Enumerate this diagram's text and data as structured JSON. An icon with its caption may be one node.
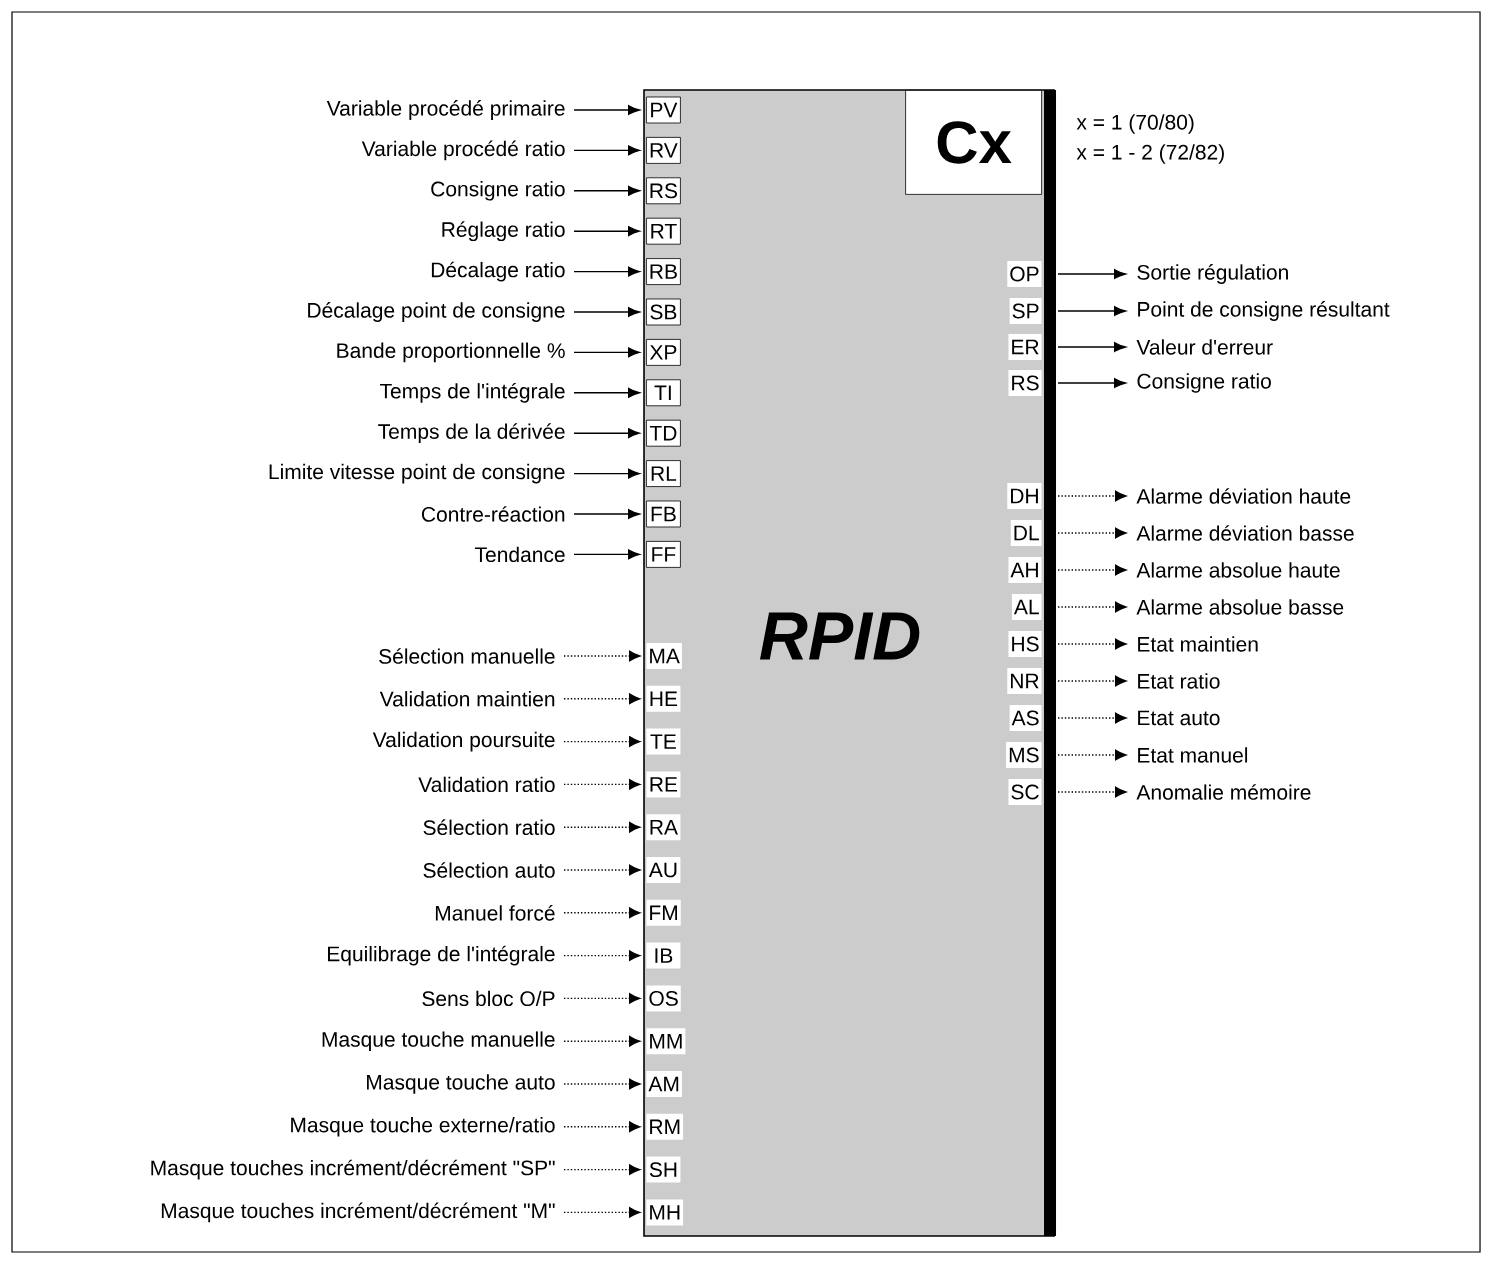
{
  "diagram": {
    "nodes": [
      {
        "text": [
          "RPID"
        ]
      },
      {
        "text": [
          "Cx"
        ],
        "in": 0,
        "beside": [
          "x = 1 (70/80)",
          "x = 1 - 2 (72/82)"
        ]
      },
      {
        "text": [
          "Variable procédé primaire"
        ]
      },
      {
        "text": [
          "PV"
        ],
        "in": 0
      },
      {
        "text": [
          "Variable procédé ratio"
        ]
      },
      {
        "text": [
          "RV"
        ],
        "in": 0
      },
      {
        "text": [
          "Consigne ratio"
        ]
      },
      {
        "text": [
          "RS"
        ],
        "in": 0
      },
      {
        "text": [
          "Réglage ratio"
        ]
      },
      {
        "text": [
          "RT"
        ],
        "in": 0
      },
      {
        "text": [
          "Décalage ratio"
        ]
      },
      {
        "text": [
          "RB"
        ],
        "in": 0
      },
      {
        "text": [
          "Décalage point de consigne"
        ]
      },
      {
        "text": [
          "SB"
        ],
        "in": 0
      },
      {
        "text": [
          "Bande proportionnelle %"
        ]
      },
      {
        "text": [
          "XP"
        ],
        "in": 0
      },
      {
        "text": [
          "Temps de l'intégrale"
        ]
      },
      {
        "text": [
          "TI"
        ],
        "in": 0
      },
      {
        "text": [
          "Temps de la dérivée"
        ]
      },
      {
        "text": [
          "TD"
        ],
        "in": 0
      },
      {
        "text": [
          "Limite vitesse point de consigne"
        ]
      },
      {
        "text": [
          "RL"
        ],
        "in": 0
      },
      {
        "text": [
          "Contre-réaction"
        ]
      },
      {
        "text": [
          "FB"
        ],
        "in": 0
      },
      {
        "text": [
          "Tendance"
        ]
      },
      {
        "text": [
          "FF"
        ],
        "in": 0
      },
      {
        "text": [
          "Sélection manuelle"
        ]
      },
      {
        "text": [
          "MA"
        ],
        "in": 0
      },
      {
        "text": [
          "Validation maintien"
        ]
      },
      {
        "text": [
          "HE"
        ],
        "in": 0
      },
      {
        "text": [
          "Validation poursuite"
        ]
      },
      {
        "text": [
          "TE"
        ],
        "in": 0
      },
      {
        "text": [
          "Validation ratio"
        ]
      },
      {
        "text": [
          "RE"
        ],
        "in": 0
      },
      {
        "text": [
          "Sélection ratio"
        ]
      },
      {
        "text": [
          "RA"
        ],
        "in": 0
      },
      {
        "text": [
          "Sélection auto"
        ]
      },
      {
        "text": [
          "AU"
        ],
        "in": 0
      },
      {
        "text": [
          "Manuel forcé"
        ]
      },
      {
        "text": [
          "FM"
        ],
        "in": 0
      },
      {
        "text": [
          "Equilibrage de l'intégrale"
        ]
      },
      {
        "text": [
          "IB"
        ],
        "in": 0
      },
      {
        "text": [
          "Sens bloc O/P"
        ]
      },
      {
        "text": [
          "OS"
        ],
        "in": 0
      },
      {
        "text": [
          "Masque touche manuelle"
        ]
      },
      {
        "text": [
          "MM"
        ],
        "in": 0
      },
      {
        "text": [
          "Masque touche auto"
        ]
      },
      {
        "text": [
          "AM"
        ],
        "in": 0
      },
      {
        "text": [
          "Masque touche externe/ratio"
        ]
      },
      {
        "text": [
          "RM"
        ],
        "in": 0
      },
      {
        "text": [
          "Masque touches incrément/décrément  \"SP\""
        ]
      },
      {
        "text": [
          "SH"
        ],
        "in": 0
      },
      {
        "text": [
          "Masque touches incrément/décrément \"M\""
        ]
      },
      {
        "text": [
          "MH"
        ],
        "in": 0
      },
      {
        "text": [
          "OP"
        ],
        "in": 0
      },
      {
        "text": [
          "Sortie régulation"
        ]
      },
      {
        "text": [
          "SP"
        ],
        "in": 0
      },
      {
        "text": [
          "Point de consigne résultant"
        ]
      },
      {
        "text": [
          "ER"
        ],
        "in": 0
      },
      {
        "text": [
          "Valeur d'erreur"
        ]
      },
      {
        "text": [
          "RS"
        ],
        "in": 0
      },
      {
        "text": [
          "Consigne ratio"
        ]
      },
      {
        "text": [
          "DH"
        ],
        "in": 0
      },
      {
        "text": [
          "Alarme déviation haute"
        ]
      },
      {
        "text": [
          "DL"
        ],
        "in": 0
      },
      {
        "text": [
          "Alarme déviation basse"
        ]
      },
      {
        "text": [
          "AH"
        ],
        "in": 0
      },
      {
        "text": [
          "Alarme absolue haute"
        ]
      },
      {
        "text": [
          "AL"
        ],
        "in": 0
      },
      {
        "text": [
          "Alarme absolue basse"
        ]
      },
      {
        "text": [
          "HS"
        ],
        "in": 0
      },
      {
        "text": [
          "Etat maintien"
        ]
      },
      {
        "text": [
          "NR"
        ],
        "in": 0
      },
      {
        "text": [
          "Etat ratio"
        ]
      },
      {
        "text": [
          "AS"
        ],
        "in": 0
      },
      {
        "text": [
          "Etat auto"
        ]
      },
      {
        "text": [
          "MS"
        ],
        "in": 0
      },
      {
        "text": [
          "Etat manuel"
        ]
      },
      {
        "text": [
          "SC"
        ],
        "in": 0
      },
      {
        "text": [
          "Anomalie mémoire"
        ]
      }
    ],
    "edges": [
      {
        "from": 2,
        "to": 3,
        "arrow": "to"
      },
      {
        "from": 4,
        "to": 5,
        "arrow": "to"
      },
      {
        "from": 6,
        "to": 7,
        "arrow": "to"
      },
      {
        "from": 8,
        "to": 9,
        "arrow": "to"
      },
      {
        "from": 10,
        "to": 11,
        "arrow": "to"
      },
      {
        "from": 12,
        "to": 13,
        "arrow": "to"
      },
      {
        "from": 14,
        "to": 15,
        "arrow": "to"
      },
      {
        "from": 16,
        "to": 17,
        "arrow": "to"
      },
      {
        "from": 18,
        "to": 19,
        "arrow": "to"
      },
      {
        "from": 20,
        "to": 21,
        "arrow": "to"
      },
      {
        "from": 22,
        "to": 23,
        "arrow": "to"
      },
      {
        "from": 24,
        "to": 25,
        "arrow": "to"
      },
      {
        "from": 26,
        "to": 27,
        "arrow": "to",
        "style": "dashed"
      },
      {
        "from": 28,
        "to": 29,
        "arrow": "to",
        "style": "dashed"
      },
      {
        "from": 30,
        "to": 31,
        "arrow": "to",
        "style": "dashed"
      },
      {
        "from": 32,
        "to": 33,
        "arrow": "to",
        "style": "dashed"
      },
      {
        "from": 34,
        "to": 35,
        "arrow": "to",
        "style": "dashed"
      },
      {
        "from": 36,
        "to": 37,
        "arrow": "to",
        "style": "dashed"
      },
      {
        "from": 38,
        "to": 39,
        "arrow": "to",
        "style": "dashed"
      },
      {
        "from": 40,
        "to": 41,
        "arrow": "to",
        "style": "dashed"
      },
      {
        "from": 42,
        "to": 43,
        "arrow": "to",
        "style": "dashed"
      },
      {
        "from": 44,
        "to": 45,
        "arrow": "to",
        "style": "dashed"
      },
      {
        "from": 46,
        "to": 47,
        "arrow": "to",
        "style": "dashed"
      },
      {
        "from": 48,
        "to": 49,
        "arrow": "to",
        "style": "dashed"
      },
      {
        "from": 50,
        "to": 51,
        "arrow": "to",
        "style": "dashed"
      },
      {
        "from": 52,
        "to": 53,
        "arrow": "to",
        "style": "dashed"
      },
      {
        "from": 54,
        "to": 55,
        "arrow": "to"
      },
      {
        "from": 56,
        "to": 57,
        "arrow": "to"
      },
      {
        "from": 58,
        "to": 59,
        "arrow": "to"
      },
      {
        "from": 60,
        "to": 61,
        "arrow": "to"
      },
      {
        "from": 62,
        "to": 63,
        "arrow": "to",
        "style": "dashed"
      },
      {
        "from": 64,
        "to": 65,
        "arrow": "to",
        "style": "dashed"
      },
      {
        "from": 66,
        "to": 67,
        "arrow": "to",
        "style": "dashed"
      },
      {
        "from": 68,
        "to": 69,
        "arrow": "to",
        "style": "dashed"
      },
      {
        "from": 70,
        "to": 71,
        "arrow": "to",
        "style": "dashed"
      },
      {
        "from": 72,
        "to": 73,
        "arrow": "to",
        "style": "dashed"
      },
      {
        "from": 74,
        "to": 75,
        "arrow": "to",
        "style": "dashed"
      },
      {
        "from": 76,
        "to": 77,
        "arrow": "to",
        "style": "dashed"
      },
      {
        "from": 78,
        "to": 79,
        "arrow": "to",
        "style": "dashed"
      }
    ]
  }
}
